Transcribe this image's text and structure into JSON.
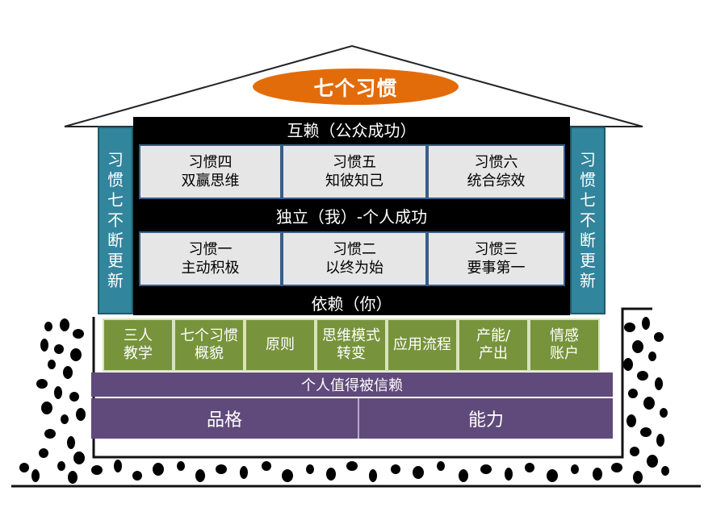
{
  "title": "七个习惯",
  "top_band": "互赖（公众成功）",
  "middle_band": "独立（我）-个人成功",
  "bottom_band": "依赖（你）",
  "side_pillar": [
    "习",
    "惯",
    "七",
    "不",
    "断",
    "更",
    "新"
  ],
  "public_habits": [
    {
      "line1": "习惯四",
      "line2": "双赢思维"
    },
    {
      "line1": "习惯五",
      "line2": "知彼知己"
    },
    {
      "line1": "习惯六",
      "line2": "统合综效"
    }
  ],
  "private_habits": [
    {
      "line1": "习惯一",
      "line2": "主动积极"
    },
    {
      "line1": "习惯二",
      "line2": "以终为始"
    },
    {
      "line1": "习惯三",
      "line2": "要事第一"
    }
  ],
  "foundation_items": [
    "三人教学",
    "七个习惯概貌",
    "原则",
    "思维模式转变",
    "应用流程",
    "产能/产出",
    "情感账户"
  ],
  "trust_band": "个人值得被信赖",
  "base_cells": [
    "品格",
    "能力"
  ],
  "colors": {
    "title_oval": "#e36c0a",
    "band": "#000000",
    "pillar": "#31859c",
    "habit_box": "#e6e6e6",
    "habit_border": "#385d8a",
    "foundation": "#77933c",
    "base": "#604a7b"
  }
}
